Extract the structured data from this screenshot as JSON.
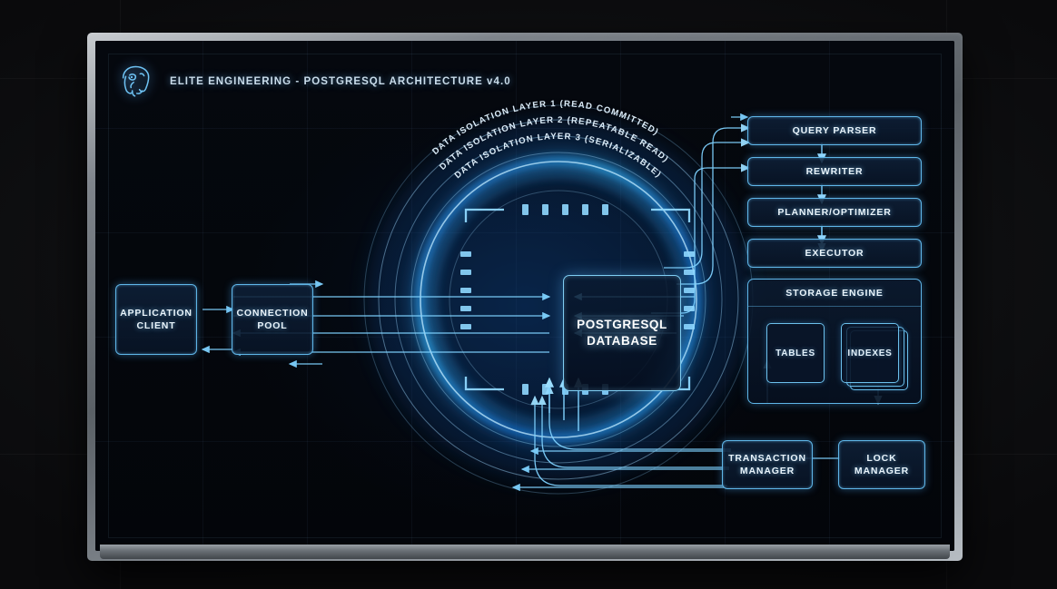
{
  "header": {
    "logo_icon": "postgresql-elephant-icon",
    "title": "ELITE ENGINEERING - POSTGRESQL ARCHITECTURE v4.0"
  },
  "colors": {
    "accent": "#5fb6e8",
    "glow": "#7fcdf2",
    "text": "#e9f4fb",
    "screen_bg": "#05080e",
    "bezel": "#7e848b"
  },
  "center": {
    "label_line1": "POSTGRESQL",
    "label_line2": "DATABASE"
  },
  "isolation_layers": [
    {
      "id": "layer-1",
      "label": "DATA ISOLATION LAYER 1 (READ COMMITTED)"
    },
    {
      "id": "layer-2",
      "label": "DATA ISOLATION LAYER 2 (REPEATABLE READ)"
    },
    {
      "id": "layer-3",
      "label": "DATA ISOLATION LAYER 3 (SERIALIZABLE)"
    }
  ],
  "left_nodes": [
    {
      "id": "application-client",
      "label": "APPLICATION\nCLIENT",
      "line1": "APPLICATION",
      "line2": "CLIENT"
    },
    {
      "id": "connection-pool",
      "label": "CONNECTION\nPOOL",
      "line1": "CONNECTION",
      "line2": "POOL"
    }
  ],
  "pipeline_nodes": [
    {
      "id": "query-parser",
      "label": "QUERY PARSER"
    },
    {
      "id": "rewriter",
      "label": "REWRITER"
    },
    {
      "id": "planner-optimizer",
      "label": "PLANNER/OPTIMIZER"
    },
    {
      "id": "executor",
      "label": "EXECUTOR"
    }
  ],
  "storage_engine": {
    "title": "STORAGE ENGINE",
    "children": [
      {
        "id": "tables",
        "label": "TABLES"
      },
      {
        "id": "indexes",
        "label": "INDEXES"
      }
    ]
  },
  "bottom_nodes": [
    {
      "id": "transaction-manager",
      "line1": "TRANSACTION",
      "line2": "MANAGER"
    },
    {
      "id": "lock-manager",
      "line1": "LOCK",
      "line2": "MANAGER"
    }
  ]
}
